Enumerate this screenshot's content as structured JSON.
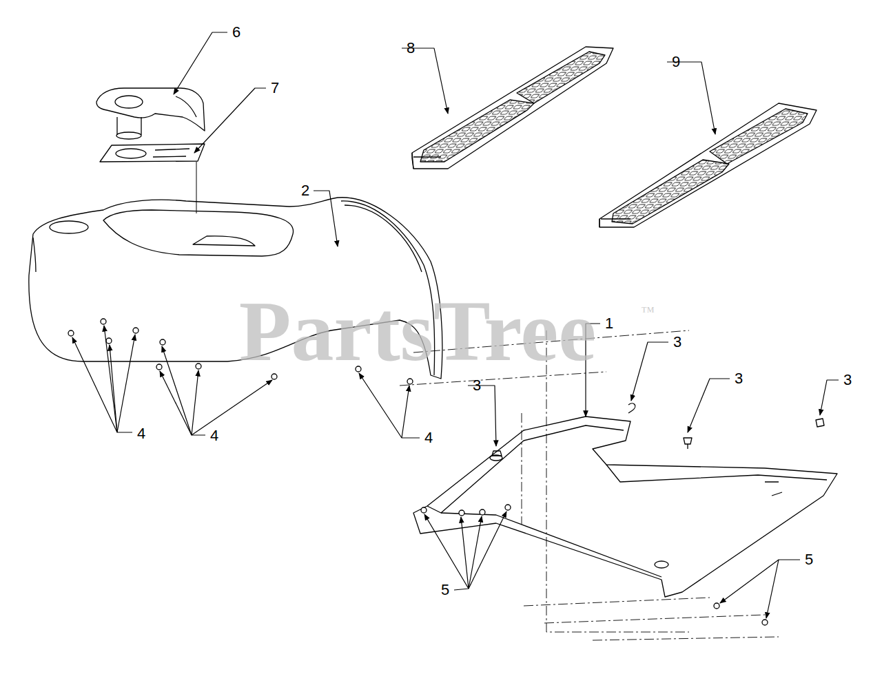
{
  "diagram": {
    "labels": [
      "6",
      "7",
      "8",
      "9",
      "2",
      "1",
      "3",
      "3",
      "3",
      "3",
      "4",
      "4",
      "4",
      "5",
      "5",
      "PartsTree",
      "™"
    ]
  }
}
